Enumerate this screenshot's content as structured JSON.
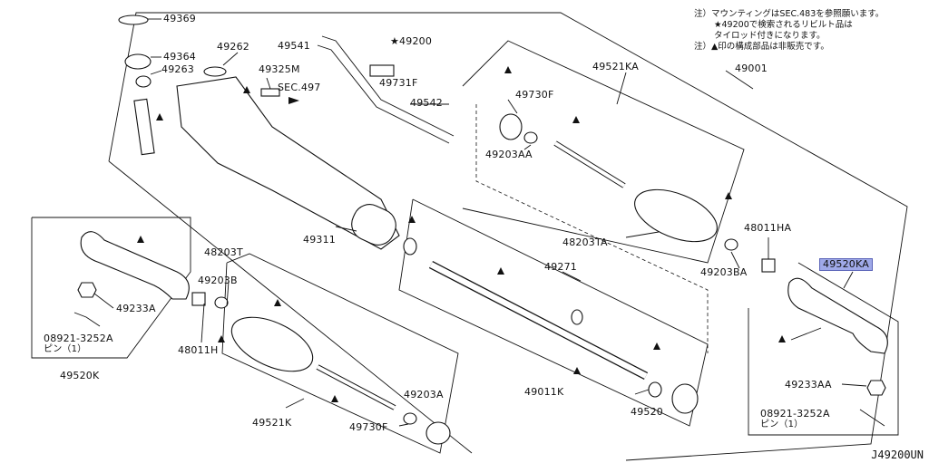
{
  "notes": [
    "注）マウンティングはSEC.483を参照願います。",
    "★49200で検索されるリビルト品は",
    "タイロッド付きになります。",
    "注）▲印の構成部品は非販売です。"
  ],
  "diagram_code": "J49200UN",
  "highlighted_part": "49520KA",
  "labels": {
    "p49369": "49369",
    "p49364": "49364",
    "p49263": "49263",
    "p49262": "49262",
    "p49541": "49541",
    "p49200": "★49200",
    "p49731f": "49731F",
    "p49325m": "49325M",
    "sec497": "SEC.497",
    "p49542": "49542",
    "p49311": "49311",
    "p49521ka": "49521KA",
    "p49730f_top": "49730F",
    "p49203aa": "49203AA",
    "p49001": "49001",
    "p48203ta": "48203TA",
    "p48011ha": "48011HA",
    "p49203ba": "49203BA",
    "p49520ka": "49520KA",
    "p49233aa": "49233AA",
    "p08921_r": "08921-3252A",
    "pin_r": "ピン（1）",
    "p49233a": "49233A",
    "p08921_l": "08921-3252A",
    "pin_l": "ピン（1）",
    "p49520k": "49520K",
    "p48203t": "48203T",
    "p49203b": "49203B",
    "p48011h": "48011H",
    "p49521k": "49521K",
    "p49730f_bot": "49730F",
    "p49203a": "49203A",
    "p49271": "49271",
    "p49011k": "49011K",
    "p49520": "49520"
  }
}
